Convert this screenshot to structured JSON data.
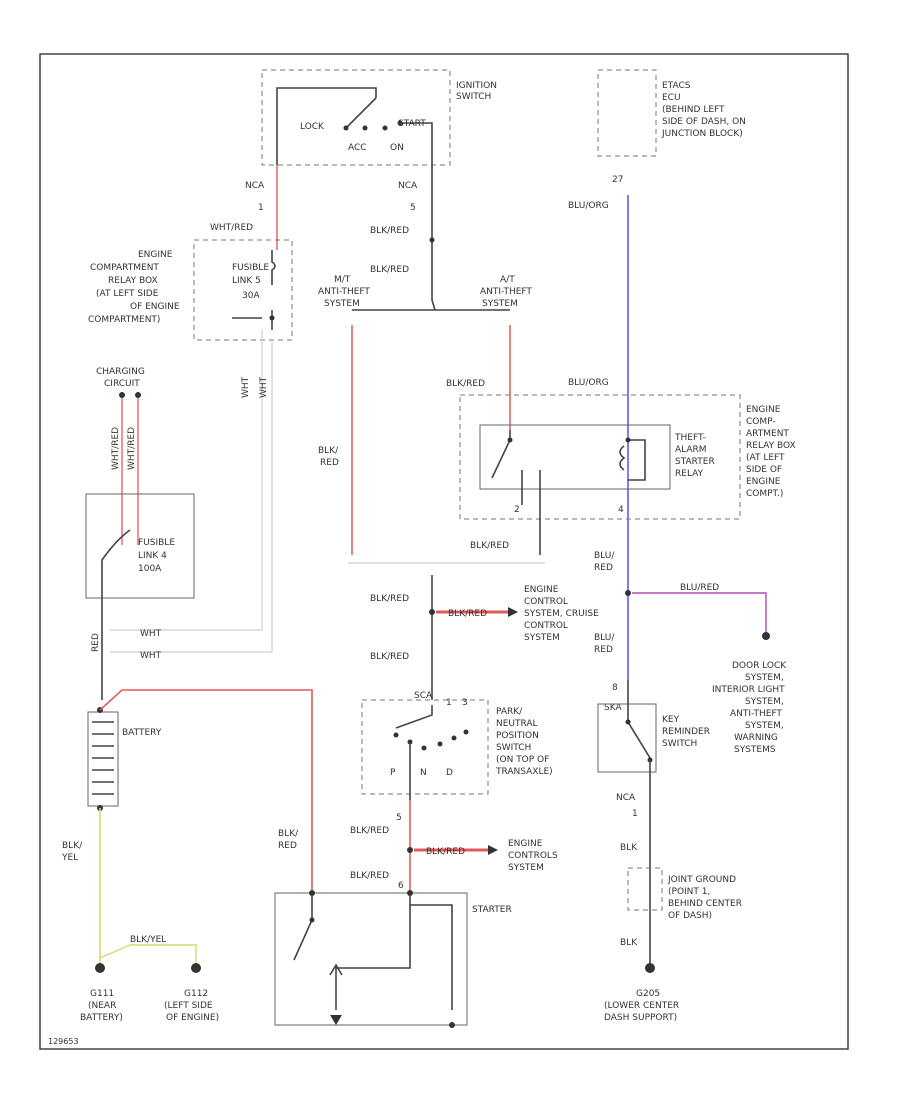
{
  "colors": {
    "red": "#e05a5a",
    "blue": "#6f6ff0",
    "magenta": "#b04ab0",
    "yellow": "#d8d870",
    "wire": "#444444"
  },
  "components": {
    "ignition_switch": [
      "IGNITION",
      "SWITCH"
    ],
    "ignition_pos": {
      "lock": "LOCK",
      "start": "START",
      "acc": "ACC",
      "on": "ON"
    },
    "etacs": [
      "ETACS",
      "ECU",
      "(BEHIND LEFT",
      "SIDE OF DASH, ON",
      "JUNCTION BLOCK)"
    ],
    "engine_relay_box_left": [
      "ENGINE",
      "COMPARTMENT",
      "RELAY BOX",
      "(AT LEFT SIDE",
      "OF ENGINE",
      "COMPARTMENT)"
    ],
    "fusible_link_5": [
      "FUSIBLE",
      "LINK 5",
      "30A"
    ],
    "charging_circuit": [
      "CHARGING",
      "CIRCUIT"
    ],
    "fusible_link_4": [
      "FUSIBLE",
      "LINK 4",
      "100A"
    ],
    "battery": "BATTERY",
    "anti_theft_left": [
      "M/T",
      "ANTI-THEFT",
      "SYSTEM"
    ],
    "anti_theft_right": [
      "A/T",
      "ANTI-THEFT",
      "SYSTEM"
    ],
    "theft_relay": [
      "THEFT-",
      "ALARM",
      "STARTER",
      "RELAY"
    ],
    "engine_relay_box_right": [
      "ENGINE",
      "COMP-",
      "ARTMENT",
      "RELAY BOX",
      "(AT LEFT",
      "SIDE OF",
      "ENGINE",
      "COMPT.)"
    ],
    "engine_control": [
      "ENGINE",
      "CONTROL",
      "SYSTEM, CRUISE",
      "CONTROL",
      "SYSTEM"
    ],
    "park_neutral": [
      "PARK/",
      "NEUTRAL",
      "POSITION",
      "SWITCH",
      "(ON TOP OF",
      "TRANSAXLE)"
    ],
    "pn_pos": {
      "p": "P",
      "n": "N",
      "d": "D"
    },
    "engine_controls": [
      "ENGINE",
      "CONTROLS",
      "SYSTEM"
    ],
    "starter": "STARTER",
    "door_lock": [
      "DOOR LOCK",
      "SYSTEM,",
      "INTERIOR LIGHT",
      "SYSTEM,",
      "ANTI-THEFT",
      "SYSTEM,",
      "WARNING",
      "SYSTEMS"
    ],
    "key_reminder": [
      "KEY",
      "REMINDER",
      "SWITCH"
    ],
    "joint_ground": [
      "JOINT GROUND",
      "(POINT 1,",
      "BEHIND CENTER",
      "OF DASH)"
    ],
    "g111": [
      "G111",
      "(NEAR",
      "BATTERY)"
    ],
    "g112": [
      "G112",
      "(LEFT SIDE",
      "OF ENGINE)"
    ],
    "g205": [
      "G205",
      "(LOWER CENTER",
      "DASH SUPPORT)"
    ]
  },
  "wires": {
    "blu_org_1": "BLU/ORG",
    "blu_org_2": "BLU/ORG",
    "wht_red": "WHT/RED",
    "blk_red_1": "BLK/RED",
    "blk_red_2": "BLK/RED",
    "blk_red_3": "BLK/RED",
    "blk_red_4": "BLK/RED",
    "blk_red_5": "BLK/RED",
    "blk_red_6": "BLK/RED",
    "blk_red_7": "BLK/RED",
    "blk_red_8": "BLK/RED",
    "blk_red_9": "BLK/RED",
    "blk_red_10": "BLK/RED",
    "blk_red_v": [
      "BLK/",
      "RED"
    ],
    "blk_red_starter": [
      "BLK/",
      "RED"
    ],
    "blk_yel": [
      "BLK/",
      "YEL"
    ],
    "blk_yel_h": "BLK/YEL",
    "blu_red_1": [
      "BLU/",
      "RED"
    ],
    "blu_red_2": [
      "BLU/",
      "RED"
    ],
    "blu_red_h": "BLU/RED",
    "blk_1": "BLK",
    "blk_2": "BLK",
    "wht_h1": "WHT",
    "wht_h2": "WHT",
    "wht_v1": "WHT",
    "wht_v2": "WHT",
    "wht_red_v1": "WHT/RED",
    "wht_red_v2": "WHT/RED",
    "red_v": "RED"
  },
  "connectors": {
    "c1": "NCA",
    "c2": "NCA",
    "c3": "SCA",
    "c4": "NCA",
    "c5": "SKA",
    "p1": "1",
    "p2": "5",
    "p3": "2",
    "p4": "8",
    "p5": "27",
    "p6": "4",
    "p7": "1",
    "p8": "3",
    "p9": "6"
  },
  "footer_code": "129653"
}
